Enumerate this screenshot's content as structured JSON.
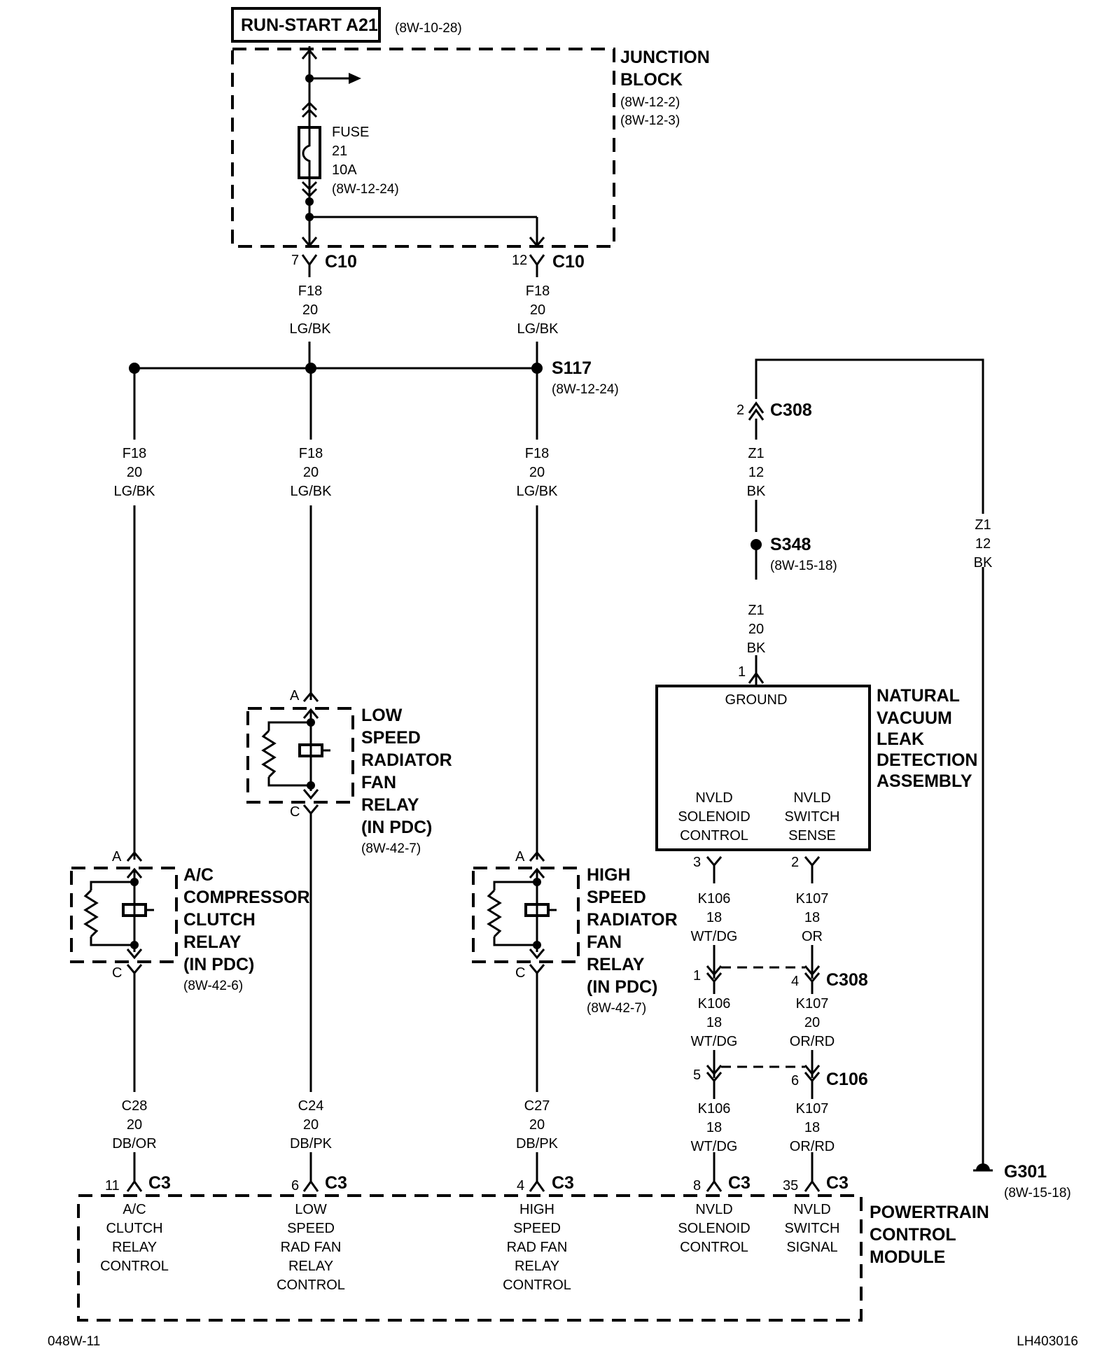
{
  "title": {
    "label": "RUN-START A21",
    "ref": "(8W-10-28)"
  },
  "junction_block": {
    "lines": [
      "JUNCTION",
      "BLOCK"
    ],
    "refs": [
      "(8W-12-2)",
      "(8W-12-3)"
    ]
  },
  "fuse": {
    "lines": [
      "FUSE",
      "21",
      "10A",
      "(8W-12-24)"
    ]
  },
  "c10": [
    {
      "pin": "7",
      "name": "C10"
    },
    {
      "pin": "12",
      "name": "C10"
    }
  ],
  "wire_f18": [
    "F18",
    "20",
    "LG/BK"
  ],
  "splice_s117": {
    "name": "S117",
    "ref": "(8W-12-24)"
  },
  "relays": {
    "low_speed": {
      "pin_a": "A",
      "pin_c": "C",
      "lines": [
        "LOW",
        "SPEED",
        "RADIATOR",
        "FAN",
        "RELAY",
        "(IN PDC)"
      ],
      "ref": "(8W-42-7)"
    },
    "ac": {
      "pin_a": "A",
      "pin_c": "C",
      "lines": [
        "A/C",
        "COMPRESSOR",
        "CLUTCH",
        "RELAY",
        "(IN PDC)"
      ],
      "ref": "(8W-42-6)"
    },
    "high_speed": {
      "pin_a": "A",
      "pin_c": "C",
      "lines": [
        "HIGH",
        "SPEED",
        "RADIATOR",
        "FAN",
        "RELAY",
        "(IN PDC)"
      ],
      "ref": "(8W-42-7)"
    }
  },
  "pcm_wires": {
    "c28": [
      "C28",
      "20",
      "DB/OR"
    ],
    "c24": [
      "C24",
      "20",
      "DB/PK"
    ],
    "c27": [
      "C27",
      "20",
      "DB/PK"
    ]
  },
  "c308_top": {
    "pin": "2",
    "name": "C308"
  },
  "z1_12": [
    "Z1",
    "12",
    "BK"
  ],
  "splice_s348": {
    "name": "S348",
    "ref": "(8W-15-18)"
  },
  "z1_20": [
    "Z1",
    "20",
    "BK"
  ],
  "nvld": {
    "ground_pin": "1",
    "ground": "GROUND",
    "title": [
      "NATURAL",
      "VACUUM",
      "LEAK",
      "DETECTION",
      "ASSEMBLY"
    ],
    "solenoid": [
      "NVLD",
      "SOLENOID",
      "CONTROL"
    ],
    "switch": [
      "NVLD",
      "SWITCH",
      "SENSE"
    ],
    "pin_solenoid": "3",
    "pin_switch": "2"
  },
  "k_wires": {
    "k106_a": [
      "K106",
      "18",
      "WT/DG"
    ],
    "k107_a": [
      "K107",
      "18",
      "OR"
    ],
    "k106_b": [
      "K106",
      "18",
      "WT/DG"
    ],
    "k107_b": [
      "K107",
      "20",
      "OR/RD"
    ],
    "k106_c": [
      "K106",
      "18",
      "WT/DG"
    ],
    "k107_c": [
      "K107",
      "18",
      "OR/RD"
    ]
  },
  "c308_mid": {
    "pin_left": "1",
    "pin_right": "4",
    "name": "C308"
  },
  "c106": {
    "pin_left": "5",
    "pin_right": "6",
    "name": "C106"
  },
  "ground_g301": {
    "name": "G301",
    "ref": "(8W-15-18)"
  },
  "pcm": {
    "connectors": [
      {
        "pin": "11",
        "name": "C3",
        "function": [
          "A/C",
          "CLUTCH",
          "RELAY",
          "CONTROL"
        ]
      },
      {
        "pin": "6",
        "name": "C3",
        "function": [
          "LOW",
          "SPEED",
          "RAD FAN",
          "RELAY",
          "CONTROL"
        ]
      },
      {
        "pin": "4",
        "name": "C3",
        "function": [
          "HIGH",
          "SPEED",
          "RAD FAN",
          "RELAY",
          "CONTROL"
        ]
      },
      {
        "pin": "8",
        "name": "C3",
        "function": [
          "NVLD",
          "SOLENOID",
          "CONTROL"
        ]
      },
      {
        "pin": "35",
        "name": "C3",
        "function": [
          "NVLD",
          "SWITCH",
          "SIGNAL"
        ]
      }
    ],
    "title": [
      "POWERTRAIN",
      "CONTROL",
      "MODULE"
    ]
  },
  "footer": {
    "left": "048W-11",
    "right": "LH403016"
  }
}
